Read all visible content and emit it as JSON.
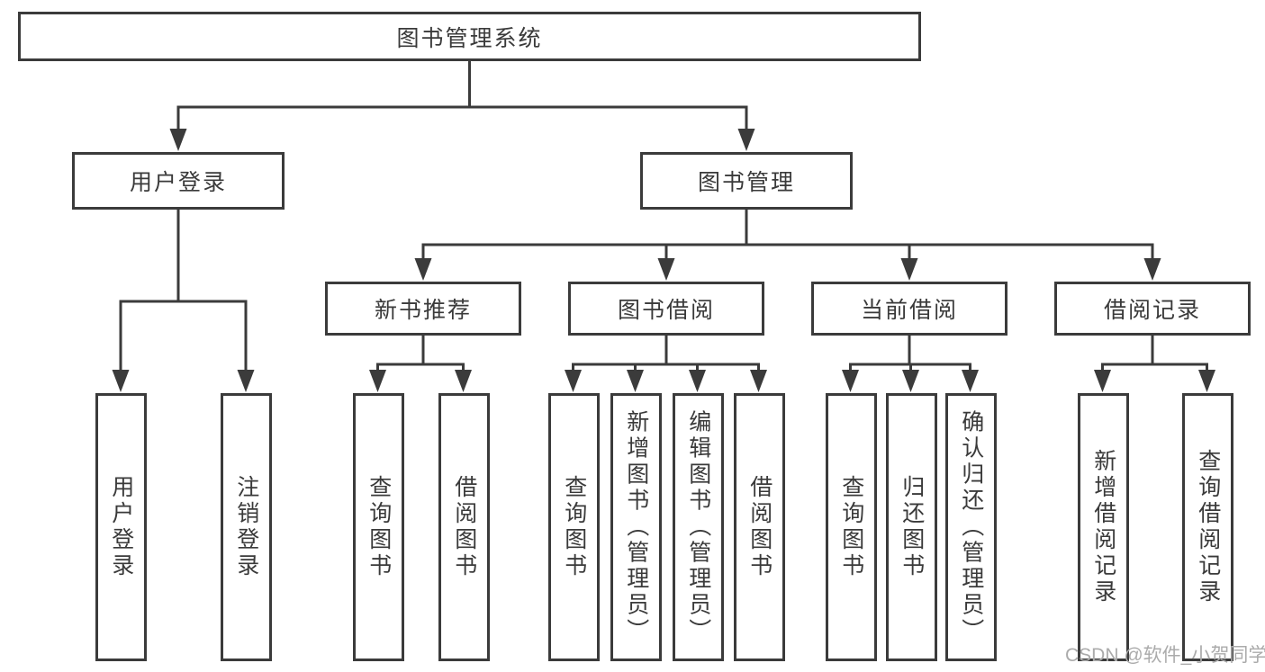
{
  "diagram": {
    "colors": {
      "line": "#3b3b3b",
      "text": "#3a3a3a",
      "watermark": "#ababab",
      "background": "#ffffff"
    },
    "tree": {
      "label": "图书管理系统",
      "children": [
        {
          "label": "用户登录",
          "children": [
            {
              "label": "用户登录"
            },
            {
              "label": "注销登录"
            }
          ]
        },
        {
          "label": "图书管理",
          "children": [
            {
              "label": "新书推荐",
              "children": [
                {
                  "label": "查询图书"
                },
                {
                  "label": "借阅图书"
                }
              ]
            },
            {
              "label": "图书借阅",
              "children": [
                {
                  "label": "查询图书"
                },
                {
                  "label": "新增图书（管理员）"
                },
                {
                  "label": "编辑图书（管理员）"
                },
                {
                  "label": "借阅图书"
                }
              ]
            },
            {
              "label": "当前借阅",
              "children": [
                {
                  "label": "查询图书"
                },
                {
                  "label": "归还图书"
                },
                {
                  "label": "确认归还（管理员）"
                }
              ]
            },
            {
              "label": "借阅记录",
              "children": [
                {
                  "label": "新增借阅记录"
                },
                {
                  "label": "查询借阅记录"
                }
              ]
            }
          ]
        }
      ]
    },
    "watermark": "CSDN @软件_小贺同学"
  }
}
